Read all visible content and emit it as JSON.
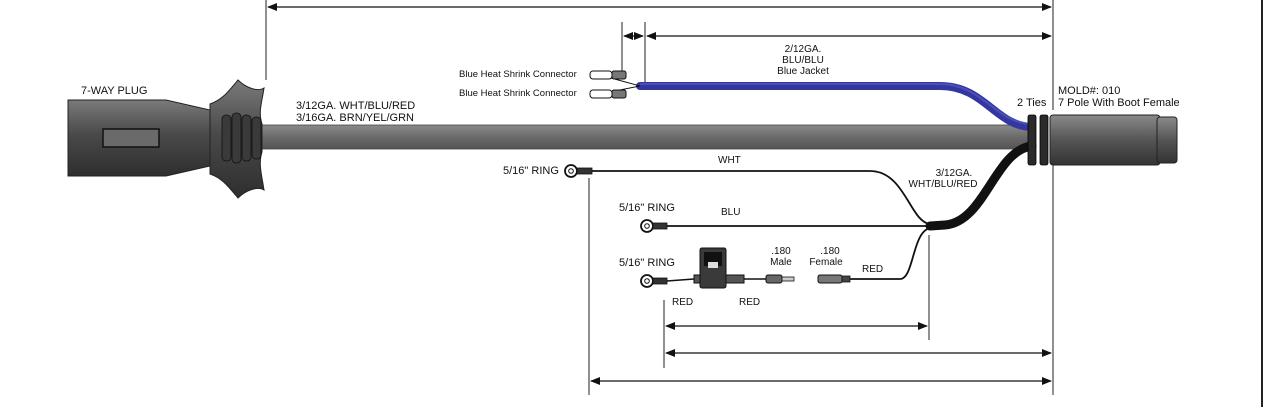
{
  "plug": {
    "title": "7-WAY PLUG",
    "cable_line1": "3/12GA. WHT/BLU/RED",
    "cable_line2": "3/16GA. BRN/YEL/GRN"
  },
  "connectors": {
    "shrink_1": "Blue Heat Shrink Connector",
    "shrink_2": "Blue Heat Shrink Connector"
  },
  "blue_jacket": {
    "line1": "2/12GA.",
    "line2": "BLU/BLU",
    "line3": "Blue Jacket"
  },
  "socket": {
    "ties": "2 Ties",
    "mold": "MOLD#: 010",
    "description": "7 Pole With Boot Female"
  },
  "wires": {
    "wht_ring": "5/16\" RING",
    "wht_label": "WHT",
    "blu_ring": "5/16\" RING",
    "blu_label": "BLU",
    "red_ring": "5/16\" RING",
    "red_after_ring": "RED",
    "red_after_fuse": "RED",
    "red_main": "RED",
    "bundle_line1": "3/12GA.",
    "bundle_line2": "WHT/BLU/RED"
  },
  "terminals": {
    "male_size": ".180",
    "male_type": "Male",
    "female_size": ".180",
    "female_type": "Female"
  },
  "colors": {
    "cable_gray": "#6e6e6e",
    "blue_jacket": "#3a3fb0",
    "wire_black": "#111111"
  }
}
